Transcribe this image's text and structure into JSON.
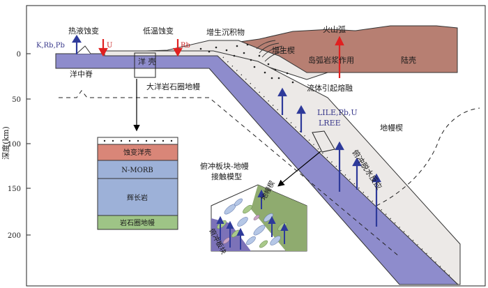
{
  "labels": {
    "hydrothermal_alteration": "热液蚀变",
    "low_temp_alteration": "低温蚀变",
    "accretionary_sediment": "增生沉积物",
    "volcanic_arc": "火山弧",
    "elements_left": "K,Rb,Pb",
    "u": "U",
    "rb": "Rb",
    "accretionary_wedge": "增生楔",
    "arc_magmatism": "岛弧岩浆作用",
    "continental_crust": "陆壳",
    "mid_ocean_ridge": "洋中脊",
    "oceanic_crust": "洋    壳",
    "oceanic_lithosphere": "大洋岩石圈地幔",
    "fluid_melting": "流体引起熔融",
    "lile": "LILE,Pb,U",
    "lree": "LREE",
    "mantle_wedge": "地幔楔",
    "dehydration": "俯冲脱水反应",
    "contact_model_line1": "俯冲板块-地幔",
    "contact_model_line2": "接触模型",
    "inset_mantle_wedge": "地幔楔",
    "inset_slab": "俯冲板块"
  },
  "axis": {
    "title": "深度(km)",
    "ticks": [
      "0",
      "50",
      "100",
      "150",
      "200"
    ]
  },
  "column": {
    "layers": [
      "蚀变洋壳",
      "N-MORB",
      "辉长岩",
      "岩石圈地幔"
    ]
  },
  "colors": {
    "slab_purple": "#8e8ccc",
    "crust_grey": "#ece9e7",
    "continent_brown": "#b77f72",
    "column_red": "#d98678",
    "column_blue": "#9db1d8",
    "column_green": "#9ec486",
    "arrow_blue": "#2e3a9a",
    "arrow_red": "#e02020"
  }
}
